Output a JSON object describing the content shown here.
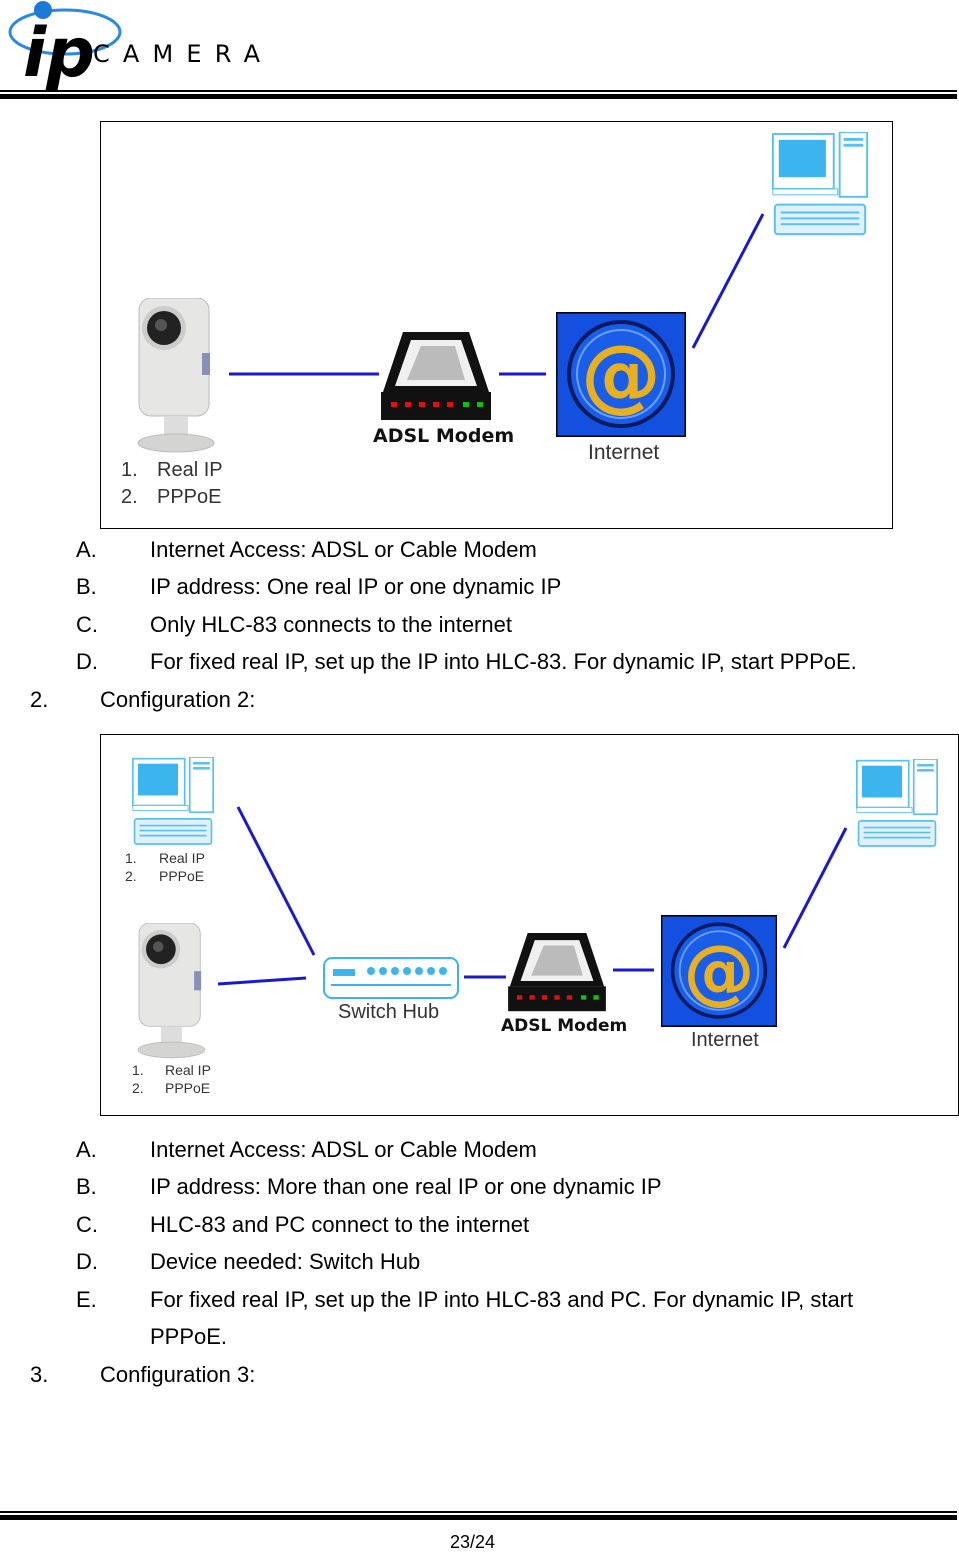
{
  "header": {
    "logo_text": "ip CAMERA"
  },
  "figure1": {
    "camera_labels": [
      "1.",
      "Real IP",
      "2.",
      "PPPoE"
    ],
    "modem_label": "ADSL Modem",
    "internet_label": "Internet"
  },
  "config1_items": [
    {
      "letter": "A.",
      "text": "Internet Access: ADSL or Cable Modem"
    },
    {
      "letter": "B.",
      "text": "IP address: One real IP or one dynamic IP"
    },
    {
      "letter": "C.",
      "text": "Only HLC-83 connects to the internet"
    },
    {
      "letter": "D.",
      "text": "For fixed real IP, set up the IP into HLC-83. For dynamic IP, start PPPoE."
    }
  ],
  "config2": {
    "number": "2.",
    "title": "Configuration 2:"
  },
  "figure2": {
    "pc_labels": [
      "1.",
      "Real IP",
      "2.",
      "PPPoE"
    ],
    "camera_labels": [
      "1.",
      "Real IP",
      "2.",
      "PPPoE"
    ],
    "hub_label": "Switch Hub",
    "modem_label": "ADSL Modem",
    "internet_label": "Internet"
  },
  "config2_items": [
    {
      "letter": "A.",
      "text": "Internet Access: ADSL or Cable Modem"
    },
    {
      "letter": "B.",
      "text": "IP address: More than one real IP or one dynamic IP"
    },
    {
      "letter": "C.",
      "text": "HLC-83 and PC connect to the internet"
    },
    {
      "letter": "D.",
      "text": "Device needed: Switch Hub"
    },
    {
      "letter": "E.",
      "text": "For fixed real IP, set up the IP into HLC-83 and PC. For dynamic IP, start",
      "continuation": "PPPoE."
    }
  ],
  "config3": {
    "number": "3.",
    "title": "Configuration 3:"
  },
  "footer": {
    "page": "23/24"
  },
  "colors": {
    "link_line": "#1a1acc",
    "internet_bg": "#1450e0",
    "pc_blue": "#3cb4ee"
  }
}
